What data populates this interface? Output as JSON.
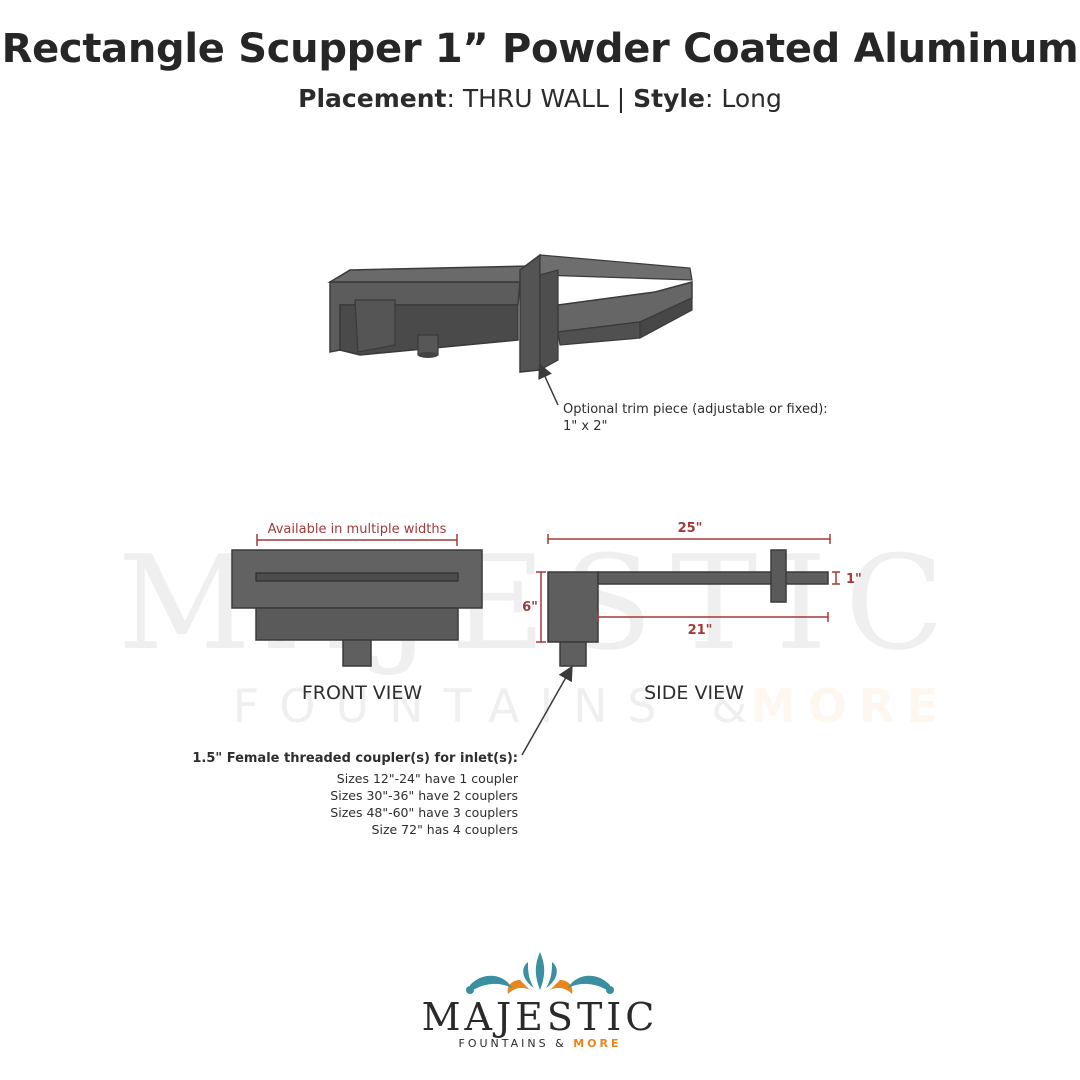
{
  "header": {
    "title": "Rectangle Scupper 1” Powder Coated Aluminum",
    "placement_label": "Placement",
    "placement_value": "THRU WALL",
    "separator": "|",
    "style_label": "Style",
    "style_value": "Long"
  },
  "diagram": {
    "trim_note_line1": "Optional trim piece (adjustable or fixed):",
    "trim_note_line2": "1\" x 2\"",
    "width_note": "Available in multiple widths",
    "front_view_label": "FRONT VIEW",
    "side_view_label": "SIDE VIEW",
    "dim_total_length": "25\"",
    "dim_inner_length": "21\"",
    "dim_height": "6\"",
    "dim_thickness": "1\"",
    "coupler_title": "1.5\" Female threaded coupler(s) for inlet(s):",
    "coupler_sizes": [
      "Sizes 12\"-24\" have 1 coupler",
      "Sizes 30\"-36\" have 2 couplers",
      "Sizes 48\"-60\" have 3 couplers",
      "Size 72\" has 4 couplers"
    ]
  },
  "watermark": {
    "word": "MAJESTIC",
    "sub_left": "FOUNTAINS &",
    "sub_right": "MORE"
  },
  "logo": {
    "word": "MAJESTIC",
    "sub_left": "FOUNTAINS &",
    "sub_right": "MORE"
  },
  "colors": {
    "metal": "#5f5f5f",
    "metal_dark": "#3d3d3d",
    "dimension_red": "#a23a3a",
    "brand_teal": "#3a8fa0",
    "brand_orange": "#e6861c"
  }
}
